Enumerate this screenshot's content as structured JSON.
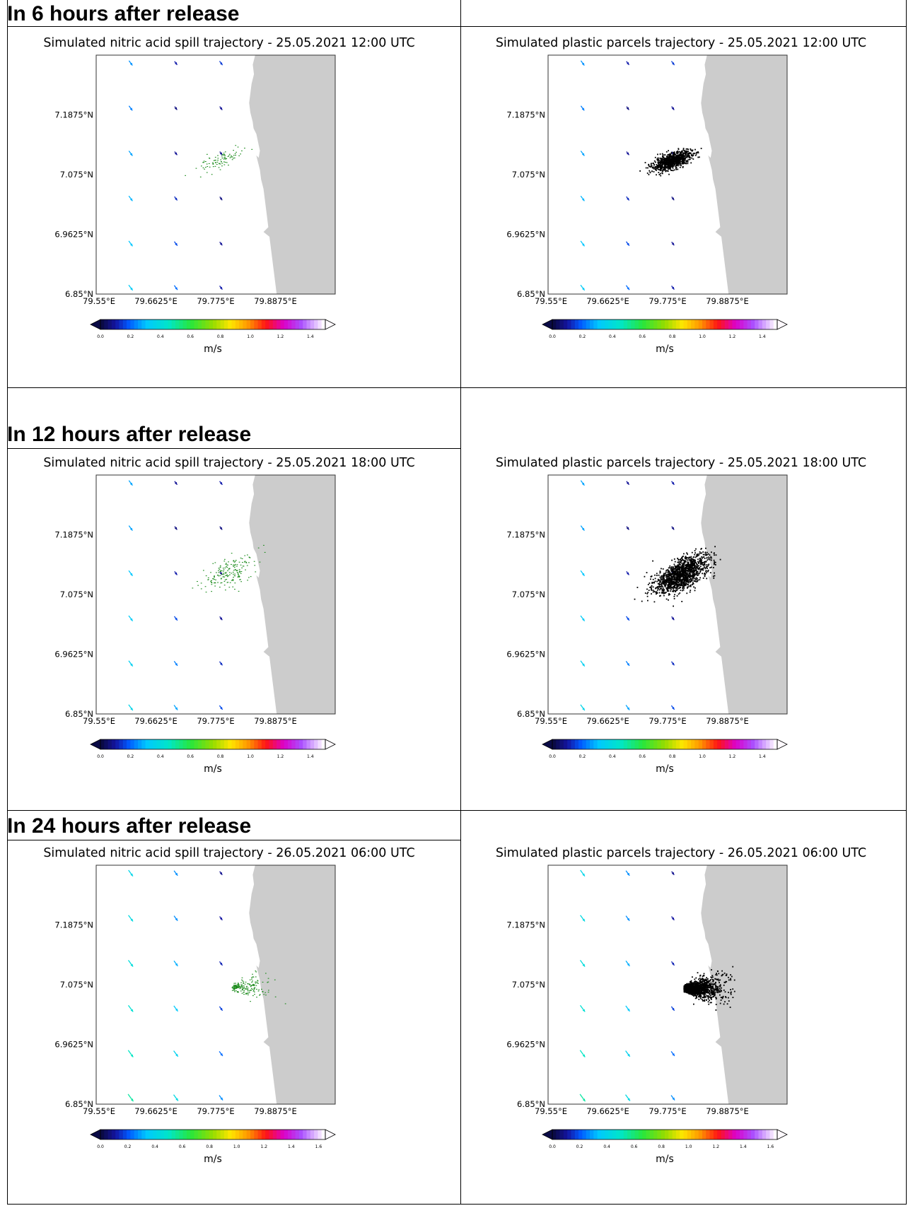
{
  "sections": [
    {
      "title": "In 6 hours after release",
      "panels": [
        {
          "title": "Simulated nitric acid spill trajectory - 25.05.2021 12:00 UTC",
          "particle_color": "#1a8a1a",
          "particle_count": 90,
          "plume": {
            "lon": 79.785,
            "lat": 7.103,
            "spread_lon": 0.038,
            "spread_lat": 0.014,
            "tilt": 0.6,
            "shape": "diag"
          }
        },
        {
          "title": "Simulated plastic parcels trajectory - 25.05.2021 12:00 UTC",
          "particle_color": "#000000",
          "particle_count": 900,
          "plume": {
            "lon": 79.784,
            "lat": 7.101,
            "spread_lon": 0.034,
            "spread_lat": 0.013,
            "tilt": 0.6,
            "shape": "diag"
          }
        }
      ]
    },
    {
      "title": "In 12 hours after release",
      "panels": [
        {
          "title": "Simulated nitric acid spill trajectory - 25.05.2021 18:00 UTC",
          "particle_color": "#1a8a1a",
          "particle_count": 180,
          "plume": {
            "lon": 79.8,
            "lat": 7.115,
            "spread_lon": 0.045,
            "spread_lat": 0.025,
            "tilt": 0.85,
            "shape": "diag"
          }
        },
        {
          "title": "Simulated plastic parcels trajectory - 25.05.2021 18:00 UTC",
          "particle_color": "#000000",
          "particle_count": 1400,
          "plume": {
            "lon": 79.8,
            "lat": 7.112,
            "spread_lon": 0.045,
            "spread_lat": 0.025,
            "tilt": 0.85,
            "shape": "diag"
          }
        }
      ]
    },
    {
      "title": "In 24 hours after release",
      "panels": [
        {
          "title": "Simulated nitric acid spill trajectory - 26.05.2021 06:00 UTC",
          "particle_color": "#1a8a1a",
          "particle_count": 200,
          "plume": {
            "lon": 79.815,
            "lat": 7.07,
            "spread_lon": 0.045,
            "spread_lat": 0.016,
            "tilt": 0.0,
            "shape": "fan"
          }
        },
        {
          "title": "Simulated plastic parcels trajectory - 26.05.2021 06:00 UTC",
          "particle_color": "#000000",
          "particle_count": 1500,
          "plume": {
            "lon": 79.815,
            "lat": 7.068,
            "spread_lon": 0.045,
            "spread_lat": 0.016,
            "tilt": 0.0,
            "shape": "fan"
          }
        }
      ]
    }
  ],
  "map": {
    "lon_range": [
      79.55,
      80.0
    ],
    "lat_range": [
      6.85,
      7.3
    ],
    "lon_ticks": [
      "79.55°E",
      "79.6625°E",
      "79.775°E",
      "79.8875°E"
    ],
    "lon_tick_values": [
      79.55,
      79.6625,
      79.775,
      79.8875
    ],
    "lat_ticks": [
      "7.1875°N",
      "7.075°N",
      "6.9625°N",
      "6.85°N"
    ],
    "lat_tick_values": [
      7.1875,
      7.075,
      6.9625,
      6.85
    ],
    "land_color": "#cccccc",
    "current_arrows_lon": [
      79.615,
      79.7,
      79.785
    ],
    "current_arrows_lat": [
      7.285,
      7.2,
      7.115,
      7.03,
      6.945,
      6.862
    ]
  },
  "colorbars": [
    {
      "ticks": [
        "0.0",
        "0.2",
        "0.4",
        "0.6",
        "0.8",
        "1.0",
        "1.2",
        "1.4"
      ],
      "max": 1.5,
      "unit": "m/s"
    },
    {
      "ticks": [
        "0.0",
        "0.2",
        "0.4",
        "0.6",
        "0.8",
        "1.0",
        "1.2",
        "1.4"
      ],
      "max": 1.5,
      "unit": "m/s"
    },
    {
      "ticks": [
        "0.0",
        "0.2",
        "0.4",
        "0.6",
        "0.8",
        "1.0",
        "1.2",
        "1.4",
        "1.6"
      ],
      "max": 1.65,
      "unit": "m/s"
    }
  ],
  "current_speeds": [
    [
      [
        0.24,
        0.1,
        0.14
      ],
      [
        0.22,
        0.06,
        0.08
      ],
      [
        0.26,
        0.08,
        0.07
      ],
      [
        0.28,
        0.12,
        0.06
      ],
      [
        0.3,
        0.16,
        0.08
      ],
      [
        0.32,
        0.2,
        0.1
      ]
    ],
    [
      [
        0.26,
        0.08,
        0.1
      ],
      [
        0.26,
        0.06,
        0.06
      ],
      [
        0.3,
        0.1,
        0.06
      ],
      [
        0.32,
        0.16,
        0.08
      ],
      [
        0.34,
        0.22,
        0.12
      ],
      [
        0.36,
        0.26,
        0.16
      ]
    ],
    [
      [
        0.4,
        0.26,
        0.08
      ],
      [
        0.42,
        0.26,
        0.1
      ],
      [
        0.44,
        0.3,
        0.12
      ],
      [
        0.46,
        0.34,
        0.16
      ],
      [
        0.5,
        0.38,
        0.22
      ],
      [
        0.54,
        0.42,
        0.26
      ]
    ]
  ]
}
